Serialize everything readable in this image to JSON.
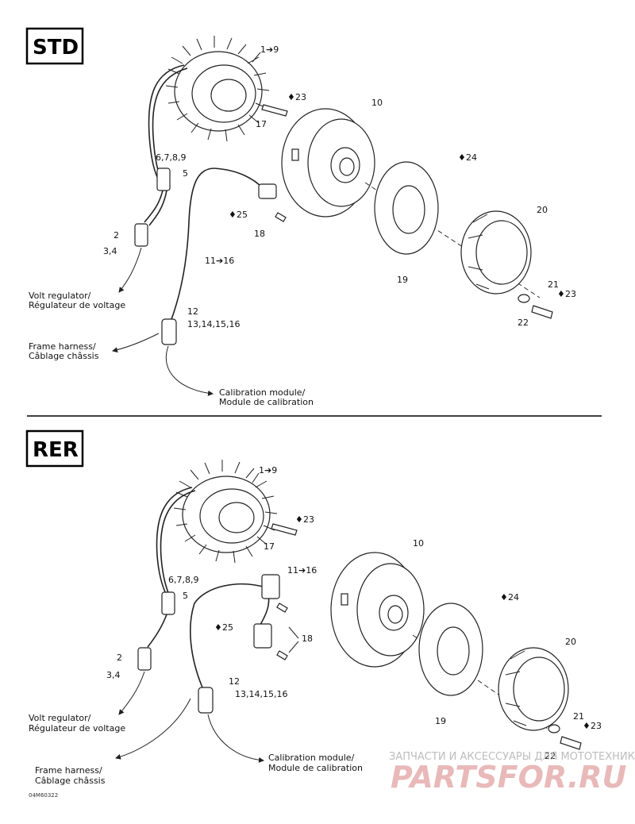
{
  "sections": [
    {
      "box_label": "STD",
      "labels": {
        "stator": "1➔9",
        "l_6789": "6,7,8,9",
        "l_5": "5",
        "l_2": "2",
        "l_34": "3,4",
        "l_23a": "23",
        "l_17": "17",
        "l_10": "10",
        "l_24": "24",
        "l_25": "25",
        "l_18": "18",
        "l_1116": "11➔16",
        "l_19": "19",
        "l_20": "20",
        "l_21": "21",
        "l_23b": "23",
        "l_22": "22",
        "l_12": "12",
        "l_13": "13,14,15,16"
      },
      "callouts": {
        "volt_1": "Volt regulator/",
        "volt_2": "Régulateur de voltage",
        "frame_1": "Frame harness/",
        "frame_2": "Câblage châssis",
        "calib_1": "Calibration module/",
        "calib_2": "Module de calibration"
      }
    },
    {
      "box_label": "RER",
      "labels": {
        "stator": "1➔9",
        "l_6789": "6,7,8,9",
        "l_5": "5",
        "l_2": "2",
        "l_34": "3,4",
        "l_23a": "23",
        "l_17": "17",
        "l_10": "10",
        "l_24": "24",
        "l_25": "25",
        "l_18": "18",
        "l_1116": "11➔16",
        "l_19": "19",
        "l_20": "20",
        "l_21": "21",
        "l_23b": "23",
        "l_22": "22",
        "l_12": "12",
        "l_13": "13,14,15,16"
      },
      "callouts": {
        "volt_1": "Volt regulator/",
        "volt_2": "Régulateur de voltage",
        "frame_1": "Frame harness/",
        "frame_2": "Câblage châssis",
        "calib_1": "Calibration module/",
        "calib_2": "Module de calibration"
      }
    }
  ],
  "figure_code": "04M60322",
  "watermark": {
    "line1": "ЗАПЧАСТИ И АКСЕССУАРЫ ДЛЯ МОТОТЕХНИКИ",
    "line2": "PARTSFOR.RU"
  },
  "icons": [
    "drop-icon",
    "arrow-icon"
  ],
  "colors": {
    "line": "#222222",
    "watermark_text": "#bdbdbd",
    "watermark_logo": "#e9b9b9"
  }
}
